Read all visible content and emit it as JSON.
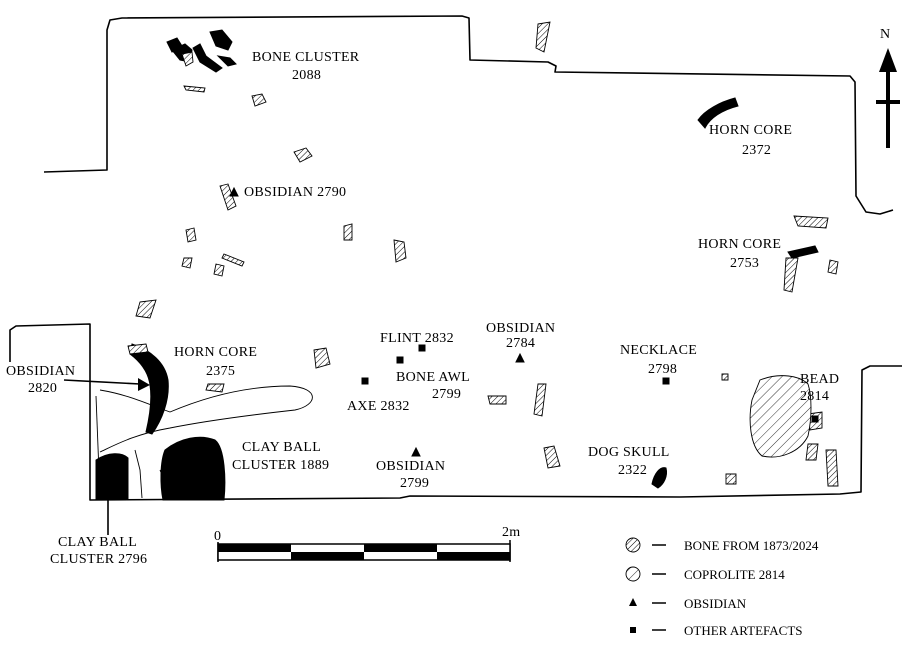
{
  "labels": {
    "bone_cluster": [
      "BONE CLUSTER",
      "2088"
    ],
    "horn_core_2372": [
      "HORN CORE",
      "2372"
    ],
    "obsidian_2790": "OBSIDIAN 2790",
    "horn_core_2753": [
      "HORN CORE",
      "2753"
    ],
    "horn_core_2375": [
      "HORN CORE",
      "2375"
    ],
    "obsidian_2820": [
      "OBSIDIAN",
      "2820"
    ],
    "flint_2832": "FLINT 2832",
    "obsidian_2784": [
      "OBSIDIAN",
      "2784"
    ],
    "necklace": [
      "NECKLACE",
      "2798"
    ],
    "bone_awl": [
      "BONE AWL",
      "2799"
    ],
    "axe_2832": "AXE 2832",
    "bead": [
      "BEAD",
      "2814"
    ],
    "clay_ball_1889": [
      "CLAY BALL",
      "CLUSTER 1889"
    ],
    "obsidian_2799": [
      "OBSIDIAN",
      "2799"
    ],
    "dog_skull": [
      "DOG SKULL",
      "2322"
    ],
    "clay_ball_2796": [
      "CLAY BALL",
      "CLUSTER 2796"
    ]
  },
  "north": "N",
  "scale": {
    "start": "0",
    "end": "2m"
  },
  "legend": [
    {
      "symbol": "hatch-circle",
      "text": "BONE FROM 1873/2024"
    },
    {
      "symbol": "wide-hatch-circle",
      "text": "COPROLITE 2814"
    },
    {
      "symbol": "triangle",
      "text": "OBSIDIAN"
    },
    {
      "symbol": "square",
      "text": "OTHER ARTEFACTS"
    }
  ]
}
